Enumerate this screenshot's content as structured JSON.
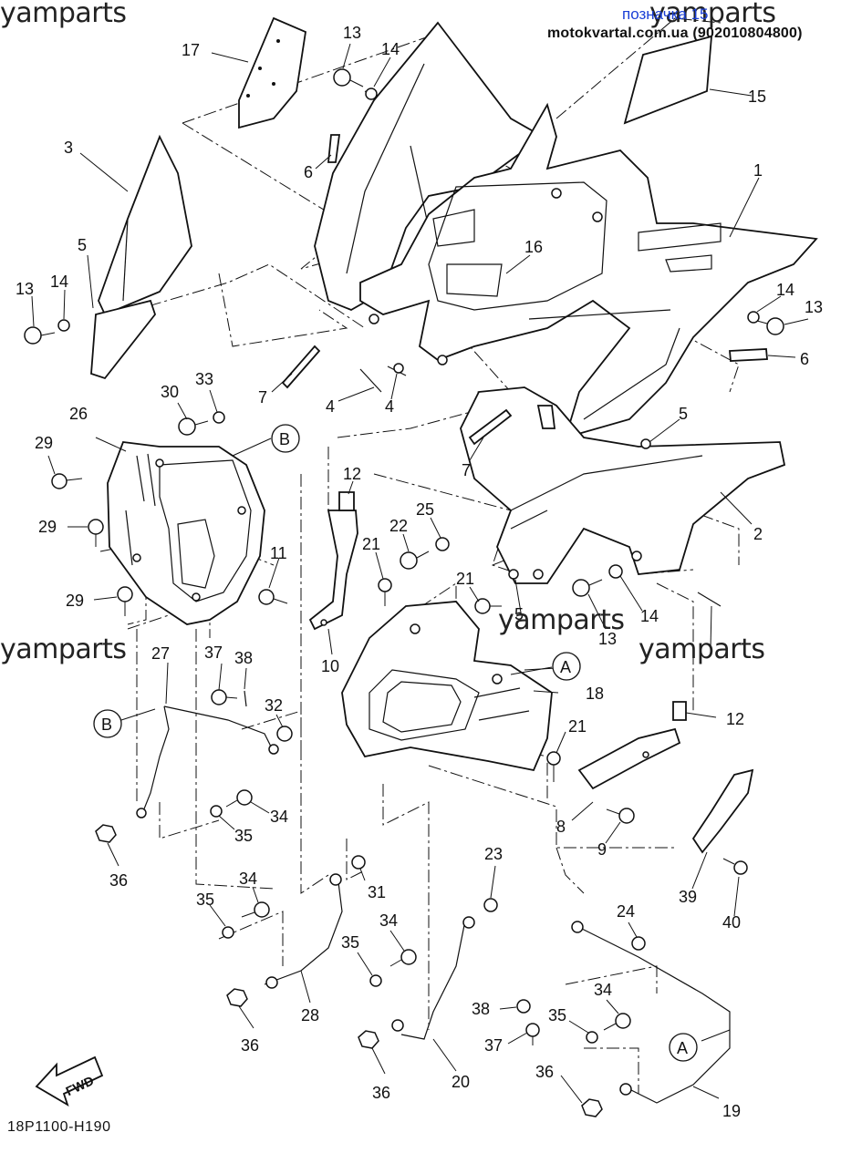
{
  "watermarks": {
    "brand": "yamparts",
    "mark_link": "позначка 15",
    "site": "motokvartal.com.ua (902010804800)"
  },
  "diagram_code": "18P1100-H190",
  "fwd_label": "FWD",
  "callouts": [
    {
      "id": "c1",
      "label": "1"
    },
    {
      "id": "c2",
      "label": "2"
    },
    {
      "id": "c3",
      "label": "3"
    },
    {
      "id": "c4a",
      "label": "4"
    },
    {
      "id": "c4b",
      "label": "4"
    },
    {
      "id": "c5a",
      "label": "5"
    },
    {
      "id": "c5b",
      "label": "5"
    },
    {
      "id": "c5c",
      "label": "5"
    },
    {
      "id": "c6a",
      "label": "6"
    },
    {
      "id": "c6b",
      "label": "6"
    },
    {
      "id": "c7a",
      "label": "7"
    },
    {
      "id": "c7b",
      "label": "7"
    },
    {
      "id": "c8",
      "label": "8"
    },
    {
      "id": "c9",
      "label": "9"
    },
    {
      "id": "c10",
      "label": "10"
    },
    {
      "id": "c11",
      "label": "11"
    },
    {
      "id": "c12a",
      "label": "12"
    },
    {
      "id": "c12b",
      "label": "12"
    },
    {
      "id": "c13a",
      "label": "13"
    },
    {
      "id": "c13b",
      "label": "13"
    },
    {
      "id": "c13c",
      "label": "13"
    },
    {
      "id": "c13d",
      "label": "13"
    },
    {
      "id": "c14a",
      "label": "14"
    },
    {
      "id": "c14b",
      "label": "14"
    },
    {
      "id": "c14c",
      "label": "14"
    },
    {
      "id": "c14d",
      "label": "14"
    },
    {
      "id": "c15",
      "label": "15"
    },
    {
      "id": "c16",
      "label": "16"
    },
    {
      "id": "c17",
      "label": "17"
    },
    {
      "id": "c18",
      "label": "18"
    },
    {
      "id": "c19",
      "label": "19"
    },
    {
      "id": "c20",
      "label": "20"
    },
    {
      "id": "c21a",
      "label": "21"
    },
    {
      "id": "c21b",
      "label": "21"
    },
    {
      "id": "c21c",
      "label": "21"
    },
    {
      "id": "c22",
      "label": "22"
    },
    {
      "id": "c23",
      "label": "23"
    },
    {
      "id": "c24",
      "label": "24"
    },
    {
      "id": "c25",
      "label": "25"
    },
    {
      "id": "c26",
      "label": "26"
    },
    {
      "id": "c27",
      "label": "27"
    },
    {
      "id": "c28",
      "label": "28"
    },
    {
      "id": "c29a",
      "label": "29"
    },
    {
      "id": "c29b",
      "label": "29"
    },
    {
      "id": "c29c",
      "label": "29"
    },
    {
      "id": "c30",
      "label": "30"
    },
    {
      "id": "c31",
      "label": "31"
    },
    {
      "id": "c32",
      "label": "32"
    },
    {
      "id": "c33",
      "label": "33"
    },
    {
      "id": "c34a",
      "label": "34"
    },
    {
      "id": "c34b",
      "label": "34"
    },
    {
      "id": "c34c",
      "label": "34"
    },
    {
      "id": "c34d",
      "label": "34"
    },
    {
      "id": "c35a",
      "label": "35"
    },
    {
      "id": "c35b",
      "label": "35"
    },
    {
      "id": "c35c",
      "label": "35"
    },
    {
      "id": "c35d",
      "label": "35"
    },
    {
      "id": "c36a",
      "label": "36"
    },
    {
      "id": "c36b",
      "label": "36"
    },
    {
      "id": "c36c",
      "label": "36"
    },
    {
      "id": "c36d",
      "label": "36"
    },
    {
      "id": "c37a",
      "label": "37"
    },
    {
      "id": "c37b",
      "label": "37"
    },
    {
      "id": "c38a",
      "label": "38"
    },
    {
      "id": "c38b",
      "label": "38"
    },
    {
      "id": "c39",
      "label": "39"
    },
    {
      "id": "c40",
      "label": "40"
    }
  ],
  "refs": [
    {
      "id": "rA1",
      "label": "A"
    },
    {
      "id": "rA2",
      "label": "A"
    },
    {
      "id": "rB1",
      "label": "B"
    },
    {
      "id": "rB2",
      "label": "B"
    }
  ]
}
